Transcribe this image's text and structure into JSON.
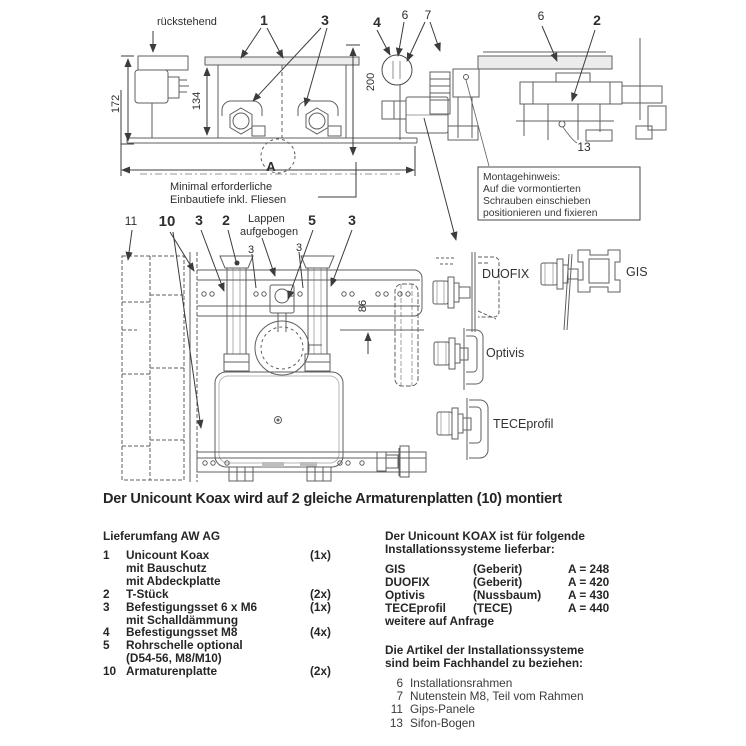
{
  "diagram": {
    "section_view": {
      "ruckstehend": "rückstehend",
      "dim_total": "172",
      "dim_inner": "134",
      "dim_depth": "200",
      "dim_width": "A",
      "note_line1": "Minimal erforderliche",
      "note_line2": "Einbautiefe inkl. Fliesen",
      "callout_1": "1",
      "callout_3": "3",
      "callout_4": "4",
      "callout_6": "6",
      "callout_7": "7"
    },
    "side_view": {
      "callout_6": "6",
      "callout_2": "2",
      "callout_13": "13",
      "hint_line1": "Montagehinweis:",
      "hint_line2": "Auf die vormontierten",
      "hint_line3": "Schrauben einschieben",
      "hint_line4": "positionieren und fixieren"
    },
    "front_view": {
      "callout_11": "11",
      "callout_10": "10",
      "callout_3a": "3",
      "callout_2": "2",
      "lappen_line1": "Lappen",
      "lappen_line2": "aufgebogen",
      "callout_5": "5",
      "callout_3b": "3",
      "small_3a": "3",
      "small_3b": "3",
      "dim_86": "86"
    },
    "system_details": {
      "duofix": "DUOFIX",
      "gis": "GIS",
      "optivis": "Optivis",
      "teceprofil": "TECEprofil"
    }
  },
  "headline": "Der Unicount Koax wird auf 2 gleiche Armaturenplatten (10) montiert",
  "scope": {
    "title": "Lieferumfang AW AG",
    "lines": [
      {
        "num": "1",
        "text": "Unicount Koax",
        "qty": "(1x)"
      },
      {
        "num": "",
        "text": "mit Bauschutz",
        "qty": ""
      },
      {
        "num": "",
        "text": "mit Abdeckplatte",
        "qty": ""
      },
      {
        "num": "2",
        "text": "T-Stück",
        "qty": "(2x)"
      },
      {
        "num": "3",
        "text": "Befestigungsset 6 x M6",
        "qty": "(1x)"
      },
      {
        "num": "",
        "text": "mit Schalldämmung",
        "qty": ""
      },
      {
        "num": "4",
        "text": "Befestigungsset M8",
        "qty": "(4x)"
      },
      {
        "num": "5",
        "text": "Rohrschelle optional",
        "qty": ""
      },
      {
        "num": "",
        "text": "(D54-56, M8/M10)",
        "qty": ""
      },
      {
        "num": "10",
        "text": "Armaturenplatte",
        "qty": "(2x)"
      }
    ]
  },
  "systems": {
    "intro_line1": "Der Unicount KOAX ist für folgende",
    "intro_line2": "Installationssysteme lieferbar:",
    "rows": [
      {
        "name": "GIS",
        "brand": "(Geberit)",
        "dim": "A = 248"
      },
      {
        "name": "DUOFIX",
        "brand": "(Geberit)",
        "dim": "A = 420"
      },
      {
        "name": "Optivis",
        "brand": "(Nussbaum)",
        "dim": "A = 430"
      },
      {
        "name": "TECEprofil",
        "brand": "(TECE)",
        "dim": "A = 440"
      }
    ],
    "more": "weitere auf Anfrage",
    "note_line1": "Die Artikel der Installationssysteme",
    "note_line2": "sind beim Fachhandel zu beziehen:",
    "parts": [
      {
        "num": "6",
        "name": "Installationsrahmen"
      },
      {
        "num": "7",
        "name": "Nutenstein M8, Teil vom Rahmen"
      },
      {
        "num": "11",
        "name": "Gips-Panele"
      },
      {
        "num": "13",
        "name": "Sifon-Bogen"
      }
    ]
  }
}
